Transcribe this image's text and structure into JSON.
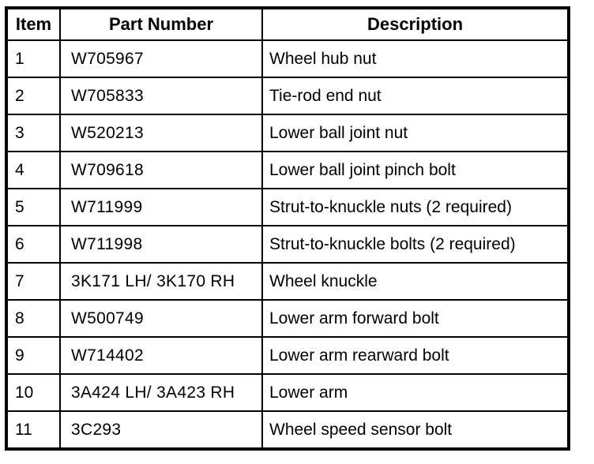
{
  "table": {
    "headers": {
      "item": "Item",
      "part_number": "Part Number",
      "description": "Description"
    },
    "rows": [
      {
        "item": "1",
        "part_number": "W705967",
        "description": "Wheel hub nut"
      },
      {
        "item": "2",
        "part_number": "W705833",
        "description": "Tie-rod end nut"
      },
      {
        "item": "3",
        "part_number": "W520213",
        "description": "Lower ball joint nut"
      },
      {
        "item": "4",
        "part_number": "W709618",
        "description": "Lower ball joint pinch bolt"
      },
      {
        "item": "5",
        "part_number": "W711999",
        "description": "Strut-to-knuckle nuts (2 required)"
      },
      {
        "item": "6",
        "part_number": "W711998",
        "description": "Strut-to-knuckle bolts (2 required)"
      },
      {
        "item": "7",
        "part_number": "3K171 LH/ 3K170 RH",
        "description": "Wheel knuckle"
      },
      {
        "item": "8",
        "part_number": "W500749",
        "description": "Lower arm forward bolt"
      },
      {
        "item": "9",
        "part_number": "W714402",
        "description": "Lower arm rearward bolt"
      },
      {
        "item": "10",
        "part_number": "3A424 LH/ 3A423 RH",
        "description": "Lower arm"
      },
      {
        "item": "11",
        "part_number": "3C293",
        "description": "Wheel speed sensor bolt"
      }
    ]
  },
  "colors": {
    "border": "#000000",
    "background": "#ffffff",
    "text": "#000000"
  }
}
